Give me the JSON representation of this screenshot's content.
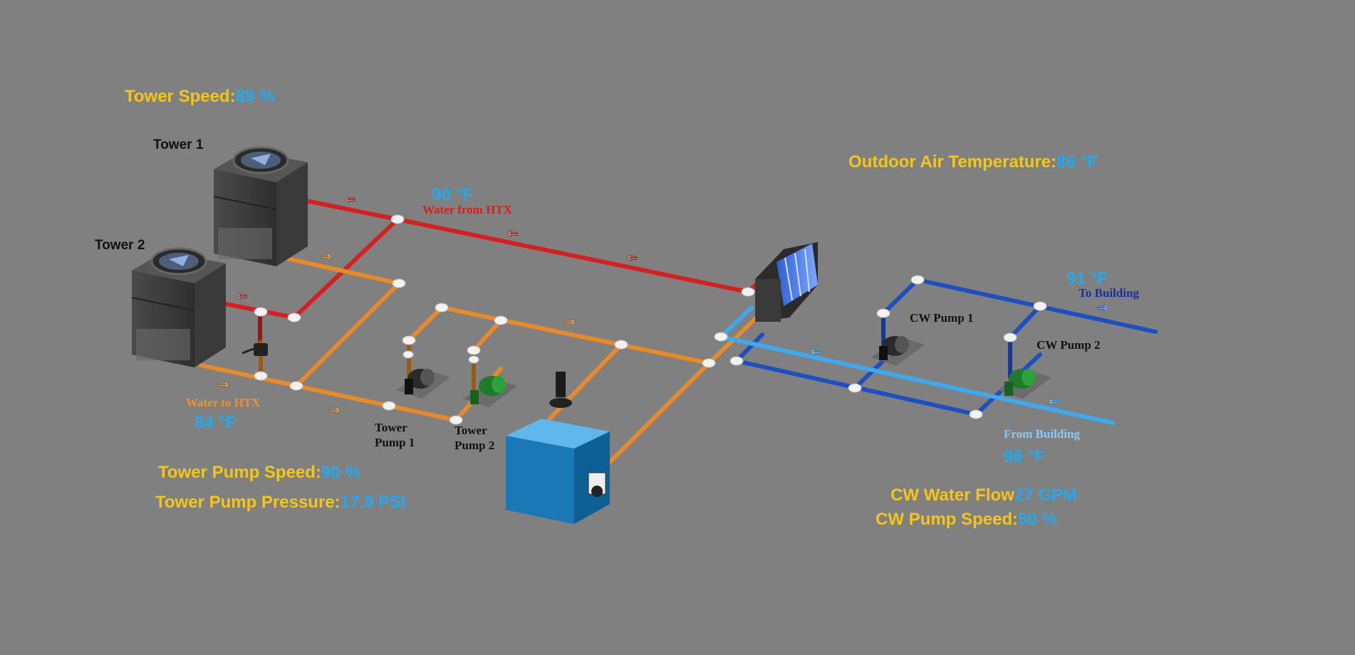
{
  "stats": {
    "tower_speed": {
      "label": "Tower Speed:",
      "value": "89 %"
    },
    "outdoor_air_temp": {
      "label": "Outdoor Air Temperature:",
      "value": "86 °F"
    },
    "tower_pump_speed": {
      "label": "Tower Pump Speed:",
      "value": "90 %"
    },
    "tower_pump_pressure": {
      "label": "Tower Pump Pressure:",
      "value": "17.9 PSI"
    },
    "cw_water_flow": {
      "label": "CW Water Flow",
      "value": "27 GPM"
    },
    "cw_pump_speed": {
      "label": "CW Pump Speed:",
      "value": "50 %"
    }
  },
  "equipment": {
    "tower1": "Tower 1",
    "tower2": "Tower 2",
    "tower_pump1": [
      "Tower",
      "Pump 1"
    ],
    "tower_pump2": [
      "Tower",
      "Pump 2"
    ],
    "cw_pump1": "CW Pump 1",
    "cw_pump2": "CW Pump 2"
  },
  "streams": {
    "water_from_htx": {
      "label": "Water from HTX",
      "temp": "90 °F"
    },
    "water_to_htx": {
      "label": "Water to HTX",
      "temp": "84 °F"
    },
    "to_building": {
      "label": "To Building",
      "temp": "91 °F"
    },
    "from_building": {
      "label": "From Building",
      "temp": "96 °F"
    }
  },
  "colors": {
    "background": "#808080",
    "hot_pipe": "#d42020",
    "warm_pipe": "#e8892a",
    "supply_pipe": "#1e4fc0",
    "return_pipe": "#3fa9ef",
    "label_yellow": "#f5c518",
    "value_blue": "#23a8f2"
  }
}
